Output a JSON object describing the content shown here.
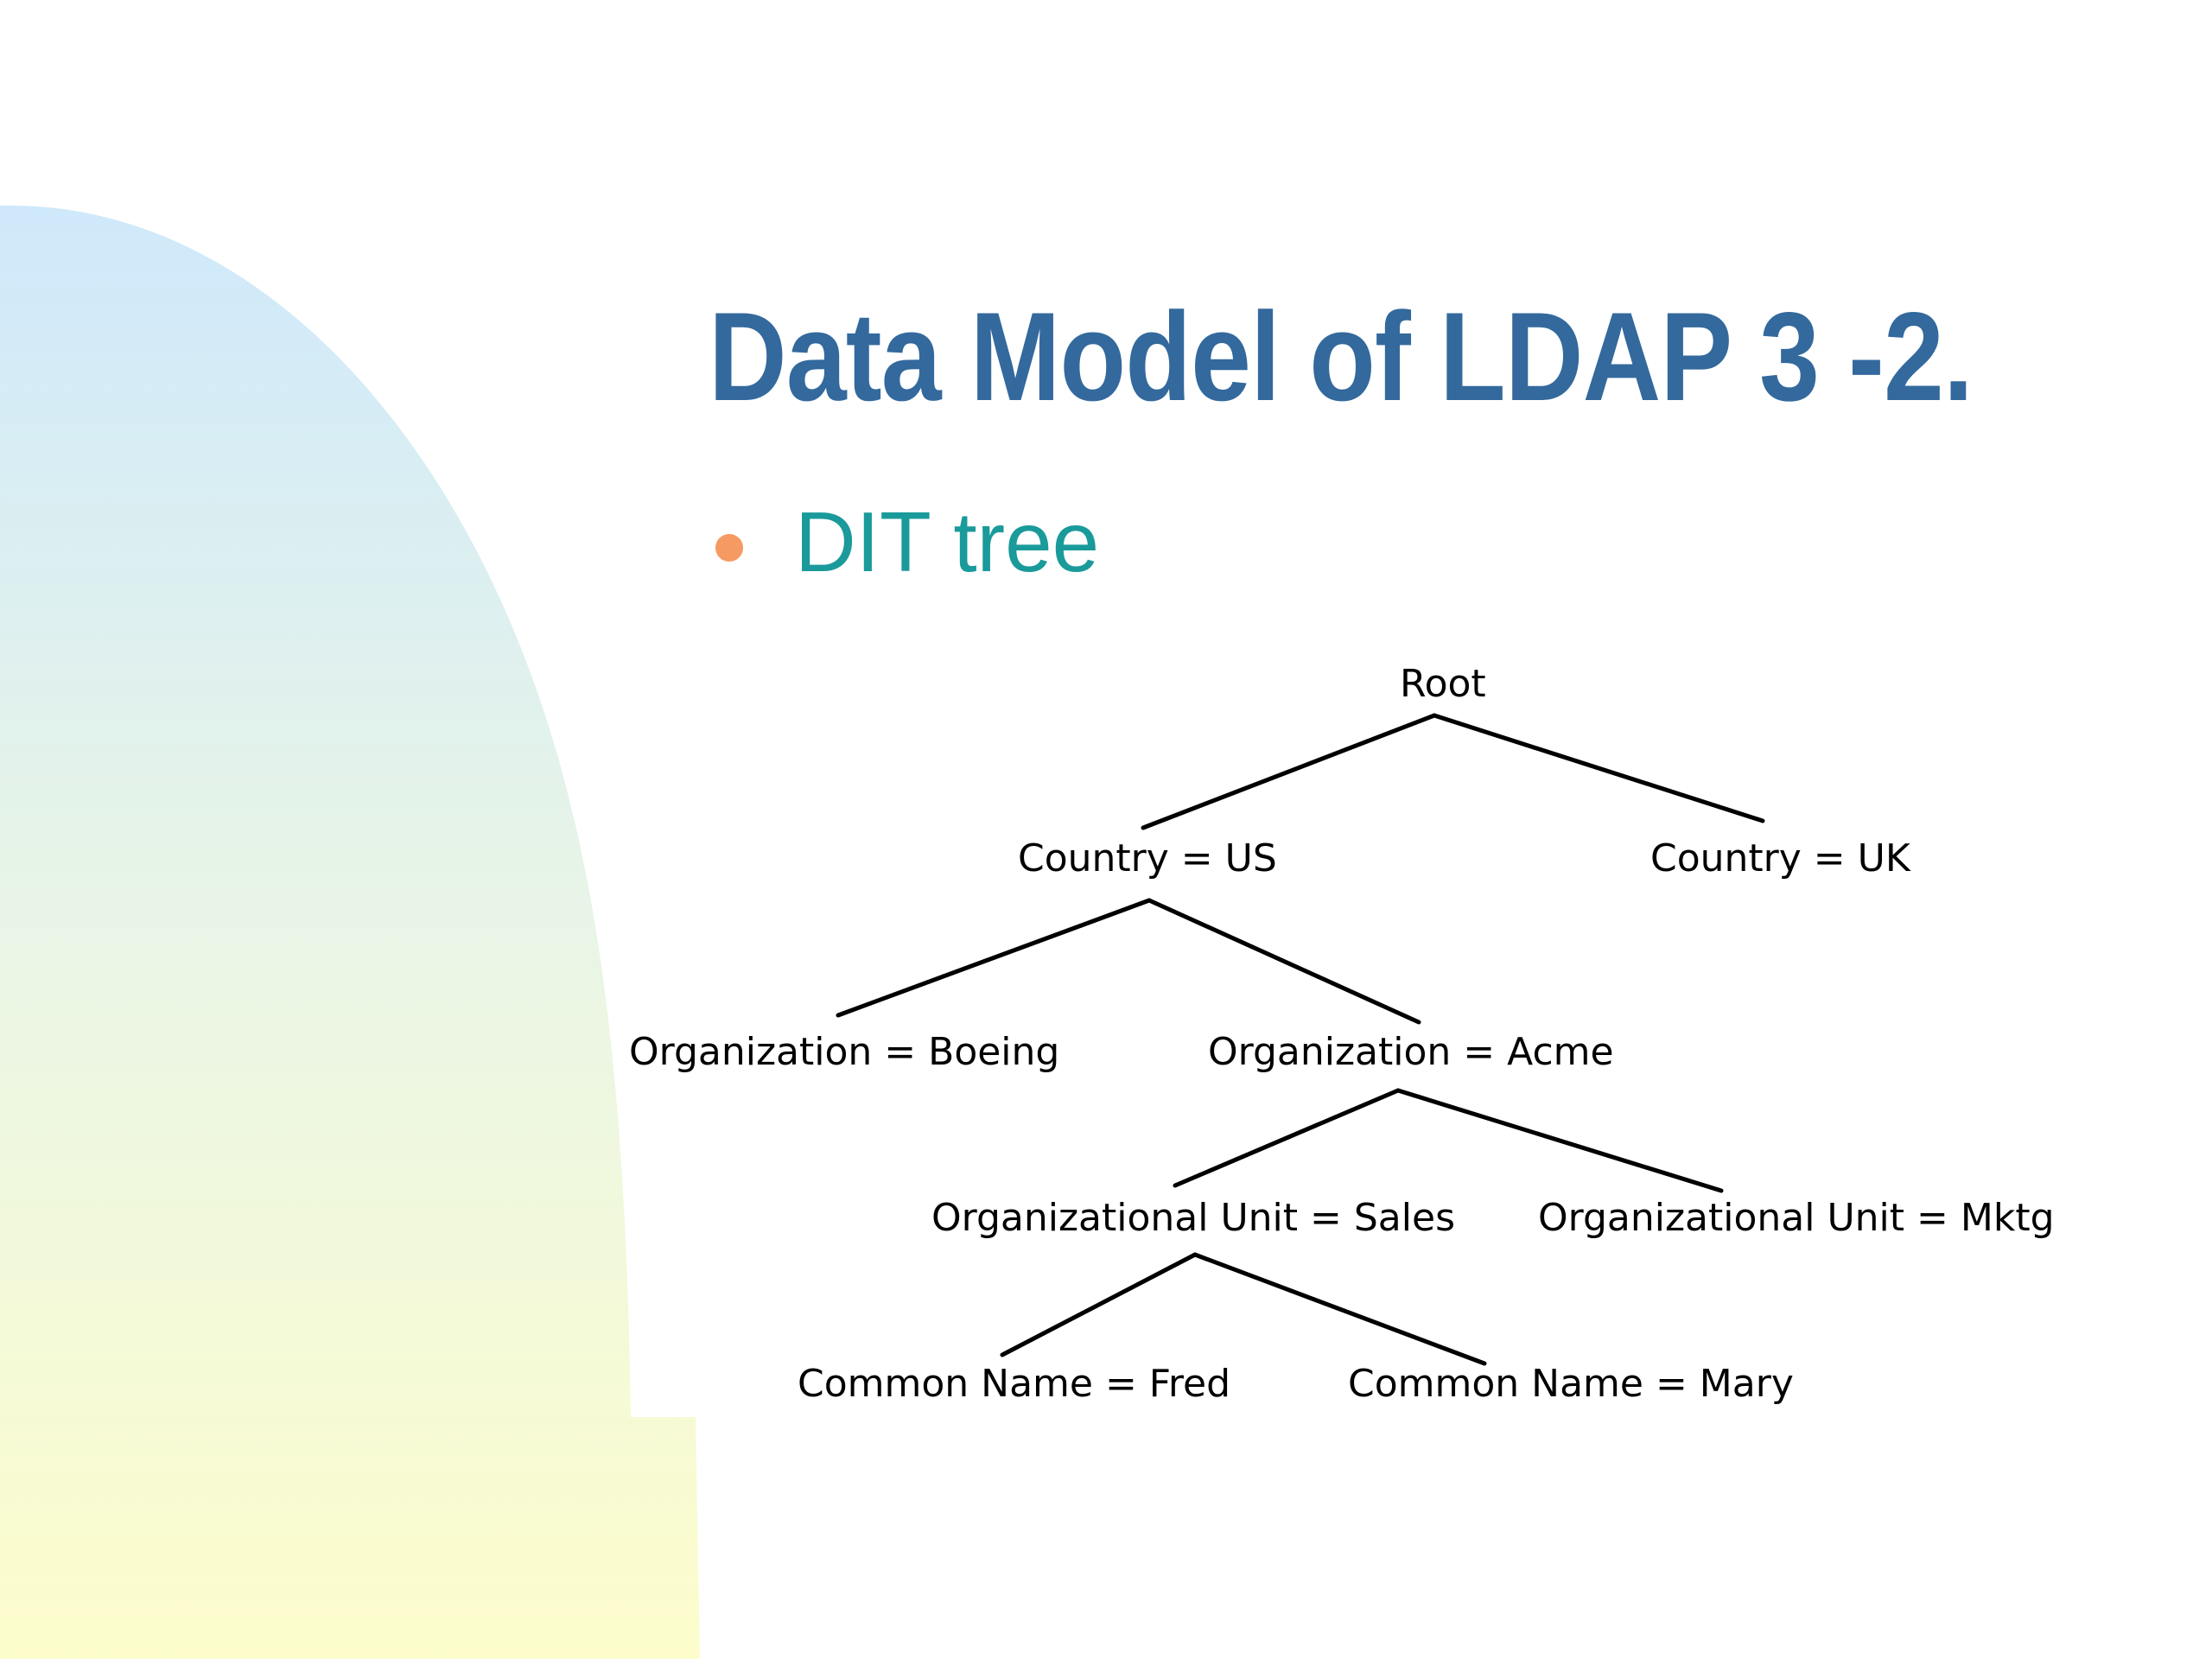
{
  "slide": {
    "title": "Data Model of LDAP 3 -2.",
    "bullet": "DIT tree"
  },
  "colors": {
    "title": "#33699d",
    "bullet_text": "#1a9a9a",
    "bullet_dot": "#f59a62",
    "decor_gradient": [
      "#cfe9fb",
      "#e9f5e6",
      "#fdfdcc"
    ]
  },
  "tree": {
    "root": "Root",
    "country_us": "Country = US",
    "country_uk": "Country = UK",
    "org_boeing": "Organization = Boeing",
    "org_acme": "Organization = Acme",
    "ou_sales": "Organizational Unit = Sales",
    "ou_mktg": "Organizational Unit = Mktg",
    "cn_fred": "Common Name = Fred",
    "cn_mary": "Common Name = Mary"
  }
}
